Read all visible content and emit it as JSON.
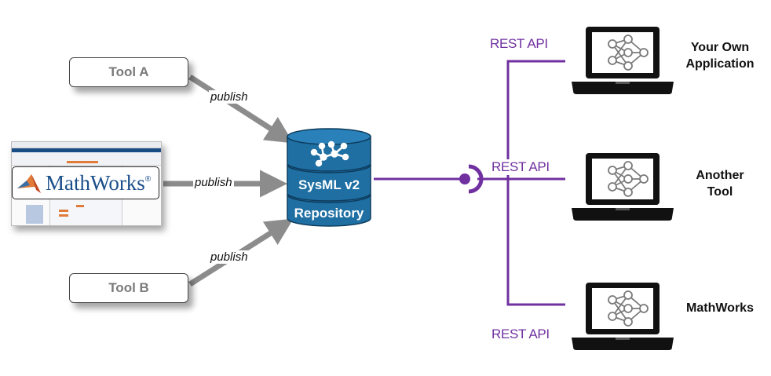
{
  "sources": {
    "tool_a": "Tool A",
    "tool_b": "Tool B",
    "mathworks_logo": "MathWorks",
    "mathworks_reg": "®"
  },
  "edges": {
    "publish_a": "publish",
    "publish_mw": "publish",
    "publish_b": "publish"
  },
  "repository": {
    "line1": "SysML v2",
    "line2": "Repository",
    "icon": "network-graph-icon"
  },
  "api": {
    "rest_top": "REST API",
    "rest_middle": "REST API",
    "rest_bottom": "REST API"
  },
  "consumers": [
    {
      "line1": "Your Own",
      "line2": "Application",
      "icon": "laptop-neural-network-icon"
    },
    {
      "line1": "Another",
      "line2": "Tool",
      "icon": "laptop-neural-network-icon"
    },
    {
      "line1": "MathWorks",
      "line2": "",
      "icon": "laptop-neural-network-icon"
    }
  ],
  "colors": {
    "api_purple": "#7030a0",
    "repository_blue": "#1f6fa3",
    "arrow_gray": "#8c8c8c",
    "mathworks_blue": "#1b4f8a"
  }
}
